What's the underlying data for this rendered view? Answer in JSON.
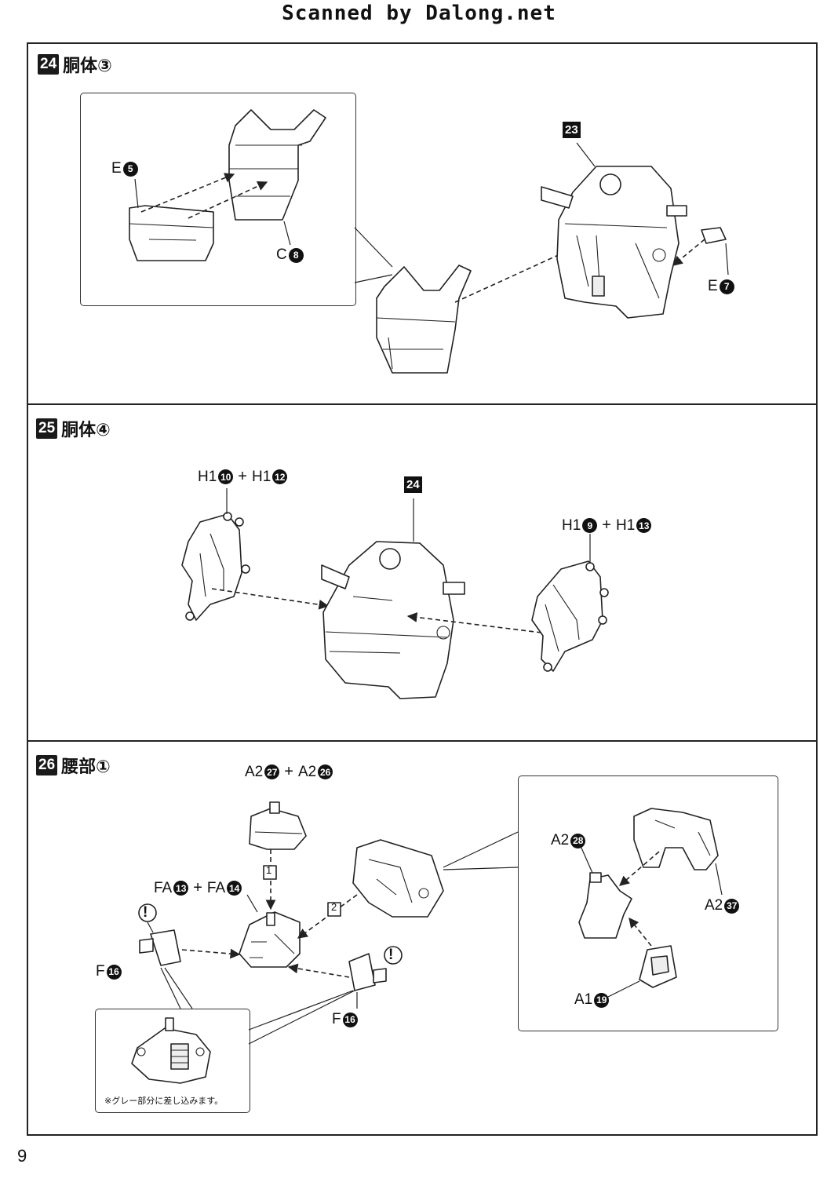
{
  "header": {
    "text": "Scanned by Dalong.net"
  },
  "page_number": "9",
  "steps": [
    {
      "number": "24",
      "title": "胴体③",
      "labels": [
        {
          "part": "E",
          "num": "5"
        },
        {
          "part": "C",
          "num": "8"
        },
        {
          "part": "E",
          "num": "7"
        }
      ],
      "ref": "23"
    },
    {
      "number": "25",
      "title": "胴体④",
      "labels": [
        {
          "part": "H1",
          "num": "10",
          "part2": "H1",
          "num2": "12"
        },
        {
          "part": "H1",
          "num": "9",
          "part2": "H1",
          "num2": "13"
        }
      ],
      "ref": "24"
    },
    {
      "number": "26",
      "title": "腰部①",
      "labels": [
        {
          "part": "A2",
          "num": "27",
          "part2": "A2",
          "num2": "26"
        },
        {
          "part": "FA",
          "num": "13",
          "part2": "FA",
          "num2": "14"
        },
        {
          "part": "F",
          "num": "16"
        },
        {
          "part": "F",
          "num": "16"
        },
        {
          "part": "A2",
          "num": "28"
        },
        {
          "part": "A2",
          "num": "37"
        },
        {
          "part": "A1",
          "num": "19"
        }
      ],
      "order": [
        "1",
        "2"
      ],
      "caution": "!",
      "note": "※グレー部分に差し込みます。"
    }
  ],
  "icons": {
    "arrow": "dashed-arrow-icon",
    "caution": "exclamation-circle-icon",
    "zoom": "detail-callout-icon"
  }
}
